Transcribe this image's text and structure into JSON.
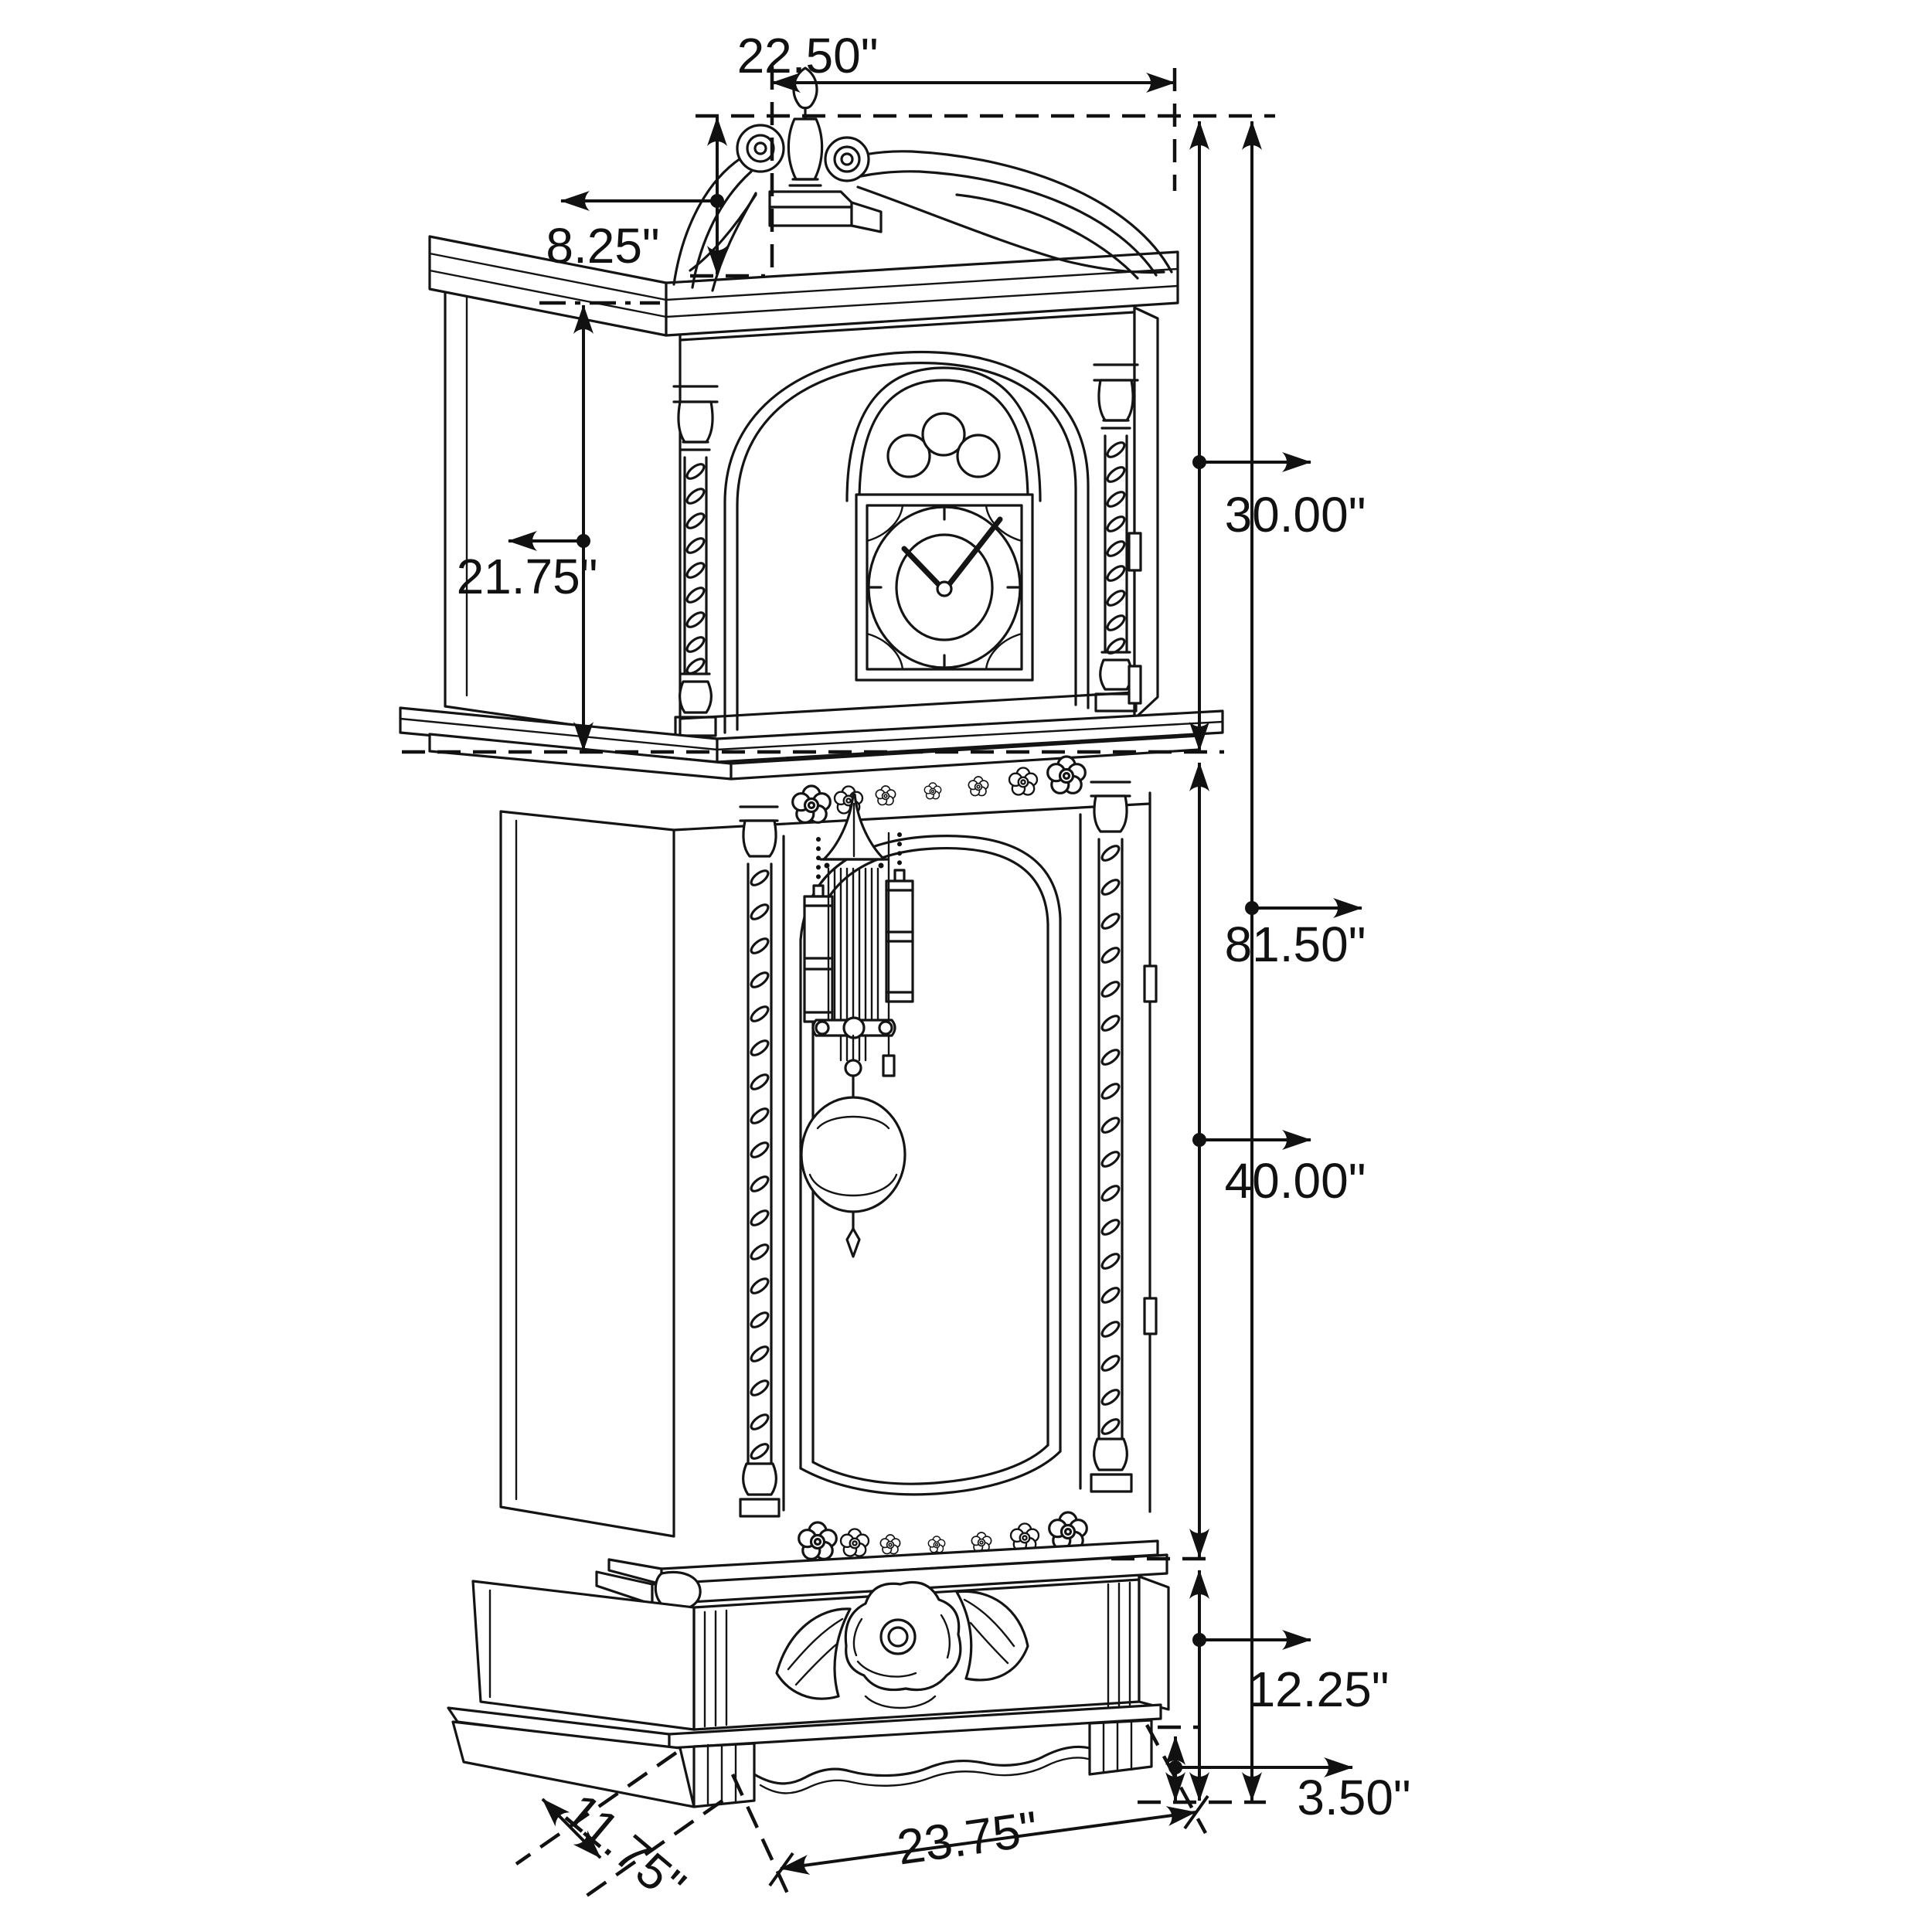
{
  "diagram": {
    "title": "grandfather-clock-dimension-drawing",
    "subject": "Grandfather clock technical line drawing with dimension callouts",
    "units": "inches",
    "line_color": "#141414",
    "background_color": "#ffffff",
    "dimensions": {
      "crown_width": {
        "label": "22.50\"",
        "value": 22.5,
        "measures": "crown / pediment width"
      },
      "pediment_height": {
        "label": "8.25\"",
        "value": 8.25,
        "measures": "pediment height above hood cornice"
      },
      "hood_height": {
        "label": "21.75\"",
        "value": 21.75,
        "measures": "hood section height"
      },
      "upper_section_height": {
        "label": "30.00\"",
        "value": 30.0,
        "measures": "top of crown to bottom of hood"
      },
      "overall_height": {
        "label": "81.50\"",
        "value": 81.5,
        "measures": "overall height"
      },
      "middle_section_height": {
        "label": "40.00\"",
        "value": 40.0,
        "measures": "waist section height"
      },
      "base_section_height": {
        "label": "12.25\"",
        "value": 12.25,
        "measures": "base section height"
      },
      "plinth_height": {
        "label": "3.50\"",
        "value": 3.5,
        "measures": "plinth / foot height"
      },
      "base_width": {
        "label": "23.75\"",
        "value": 23.75,
        "measures": "base width"
      },
      "base_depth": {
        "label": "11.75\"",
        "value": 11.75,
        "measures": "base depth"
      }
    }
  }
}
